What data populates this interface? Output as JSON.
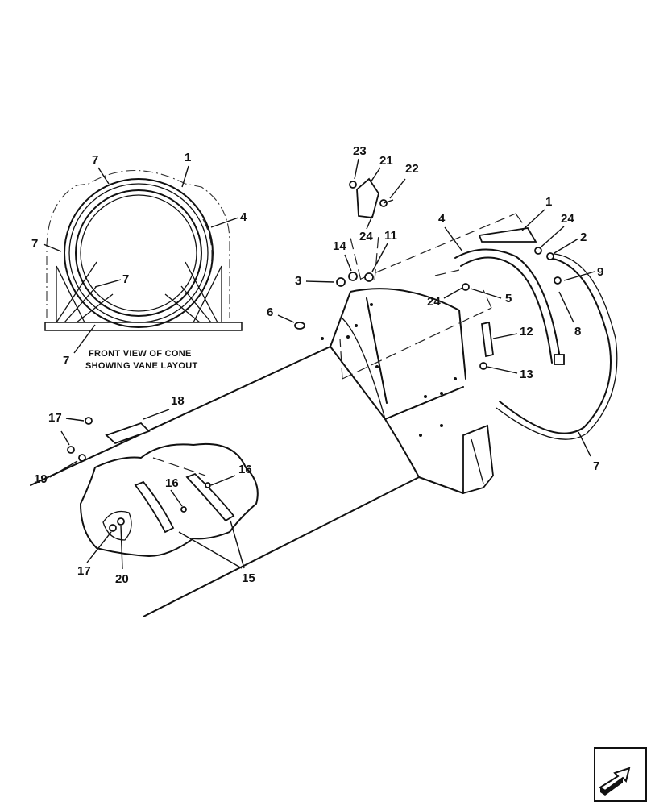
{
  "caption": {
    "line1": "FRONT VIEW OF CONE",
    "line2": "SHOWING VANE LAYOUT"
  },
  "callouts": {
    "front_7_top": "7",
    "front_1_top": "1",
    "front_4": "4",
    "front_7_left": "7",
    "front_7_inner": "7",
    "front_7_bottom": "7",
    "p23": "23",
    "p21": "21",
    "p22": "22",
    "p24_upper": "24",
    "p14": "14",
    "p11": "11",
    "p3": "3",
    "p6": "6",
    "p4": "4",
    "p1": "1",
    "p24_right": "24",
    "p2": "2",
    "p9": "9",
    "p24_mid": "24",
    "p5": "5",
    "p8": "8",
    "p12": "12",
    "p13": "13",
    "p7": "7",
    "p18": "18",
    "p17_top": "17",
    "p19": "19",
    "p16_right": "16",
    "p16_left": "16",
    "p17_bottom": "17",
    "p20": "20",
    "p15": "15"
  },
  "icons": {
    "navigation": "arrow-icon"
  }
}
